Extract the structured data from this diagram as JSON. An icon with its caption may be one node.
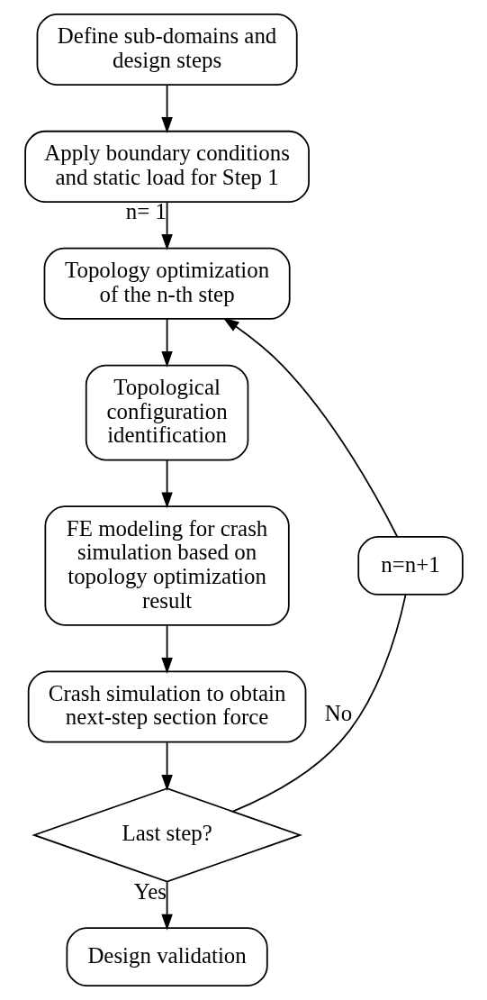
{
  "diagram": {
    "nodes": [
      {
        "text": [
          "Define sub-domains and design steps"
        ]
      },
      {
        "text": [
          "Apply boundary conditions and static load for Step 1"
        ]
      },
      {
        "text": [
          "Topology optimization of the n-th step"
        ]
      },
      {
        "text": [
          "Topological configuration identification"
        ]
      },
      {
        "text": [
          "FE modeling for crash simulation based on topology optimization result"
        ]
      },
      {
        "text": [
          "Crash simulation to obtain next-step section force"
        ]
      },
      {
        "text": [
          "Last step?"
        ]
      },
      {
        "text": [
          "Design validation"
        ]
      },
      {
        "text": [
          "n=n+1"
        ]
      }
    ],
    "edges": [
      {
        "from": 0,
        "to": 1,
        "arrow": "to"
      },
      {
        "from": 1,
        "to": 2,
        "arrow": "to",
        "label": "n= 1"
      },
      {
        "from": 2,
        "to": 3,
        "arrow": "to"
      },
      {
        "from": 3,
        "to": 4,
        "arrow": "to"
      },
      {
        "from": 4,
        "to": 5,
        "arrow": "to"
      },
      {
        "from": 5,
        "to": 6,
        "arrow": "to"
      },
      {
        "from": 6,
        "to": 8,
        "arrow": "none",
        "label": "No"
      },
      {
        "from": 8,
        "to": 2,
        "arrow": "to"
      },
      {
        "from": 6,
        "to": 7,
        "arrow": "to",
        "label": "Yes"
      }
    ]
  }
}
